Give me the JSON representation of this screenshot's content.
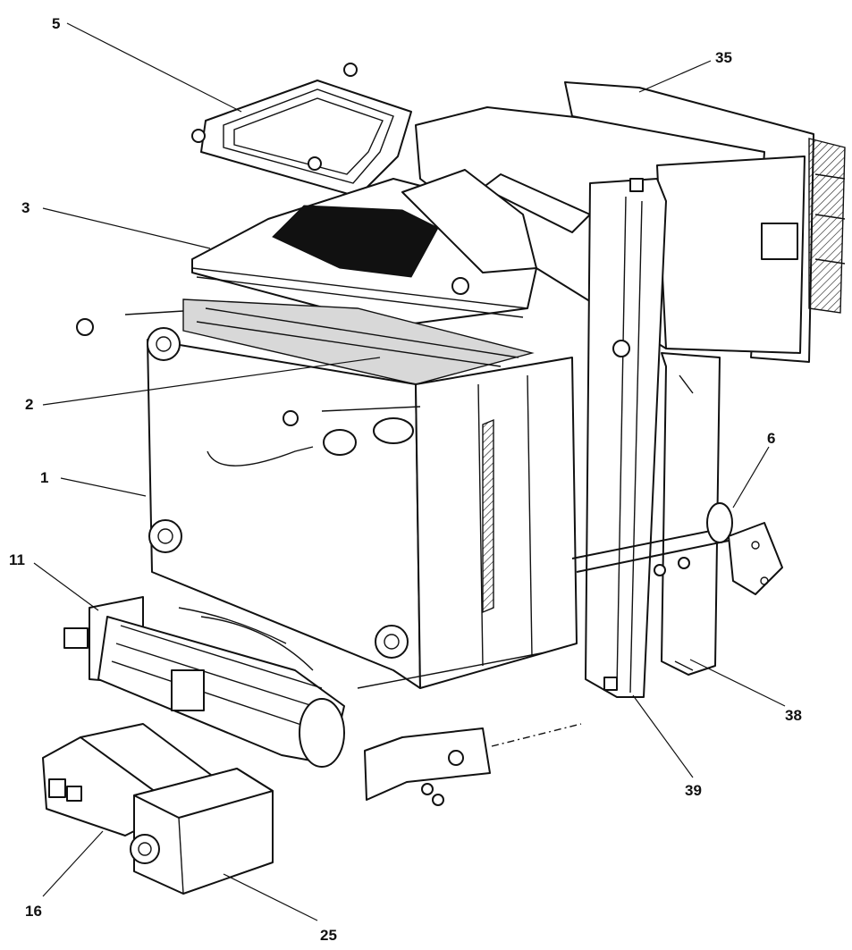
{
  "callouts": {
    "c5": "5",
    "c35": "35",
    "c3": "3",
    "c2": "2",
    "c1": "1",
    "c6": "6",
    "c11": "11",
    "c38": "38",
    "c39": "39",
    "c16": "16",
    "c25": "25"
  }
}
